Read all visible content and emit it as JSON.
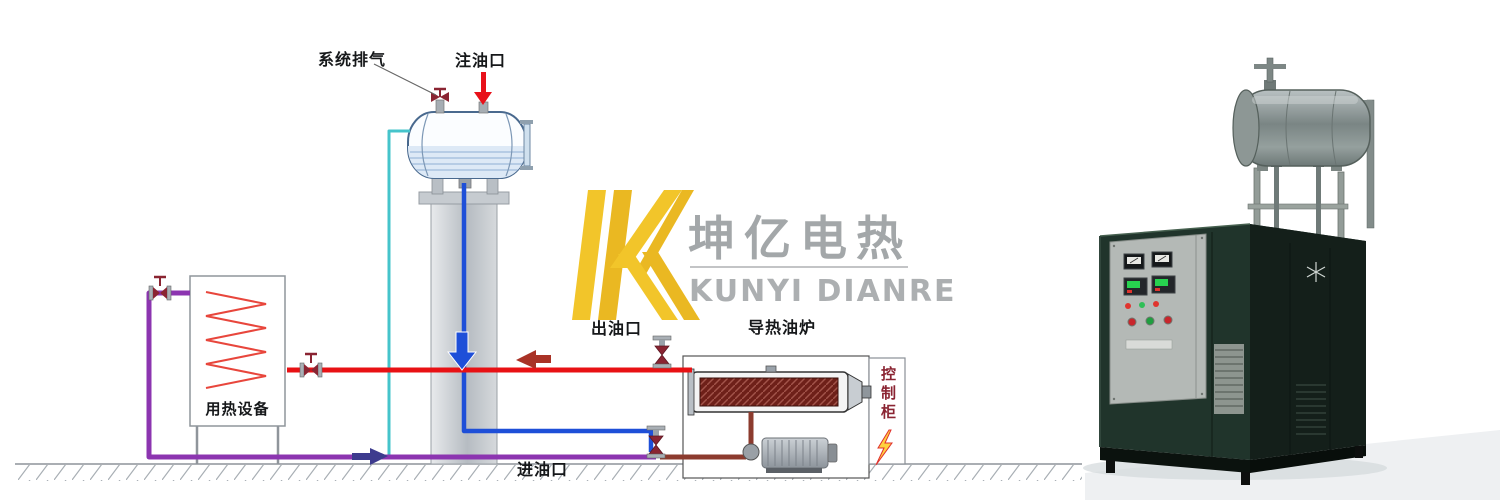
{
  "watermark": {
    "logo_letter": "K",
    "brand_cn": "坤亿电热",
    "brand_en": "KUNYI DIANRE",
    "accent_color": "#f2c21f",
    "text_color": "#9ca0a2"
  },
  "diagram": {
    "labels": {
      "system_vent": "系统排气",
      "oil_fill_port": "注油口",
      "oil_outlet": "出油口",
      "furnace": "导热油炉",
      "oil_inlet": "进油口",
      "heat_equipment": "用热设备",
      "control_cabinet": "控制柜"
    },
    "pipe_colors": {
      "hot_supply": "#e81114",
      "cold_down": "#1e4fd8",
      "return_line": "#8c35b0",
      "vent_line": "#45c4cb"
    },
    "valve_color": "#8a2432"
  },
  "photo": {
    "body_color": "#20342b",
    "tank_color": "#8d9795",
    "panel": {
      "display_color": "#27d24f",
      "indicator_colors": [
        "#e0342e",
        "#2fbf57",
        "#e0342e"
      ],
      "button_colors": [
        "#c8262c",
        "#1f9e3f",
        "#c8262c"
      ]
    }
  }
}
